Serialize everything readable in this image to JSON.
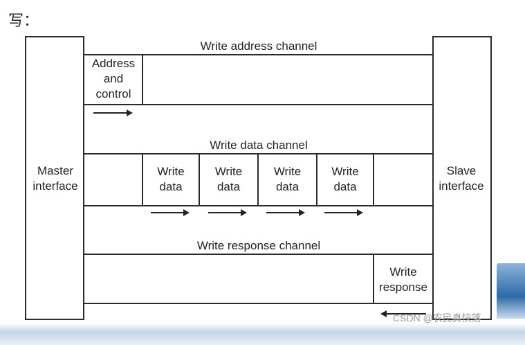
{
  "heading": "写：",
  "master": {
    "label": "Master\ninterface"
  },
  "slave": {
    "label": "Slave\ninterface"
  },
  "write_address_channel": {
    "title": "Write address channel",
    "cells": [
      "Address\nand\ncontrol"
    ]
  },
  "write_data_channel": {
    "title": "Write data channel",
    "cells": [
      "Write\ndata",
      "Write\ndata",
      "Write\ndata",
      "Write\ndata"
    ]
  },
  "write_response_channel": {
    "title": "Write response channel",
    "cells": [
      "Write\nresponse"
    ]
  },
  "watermark": "CSDN @农民真快落",
  "colors": {
    "line": "#2a2a2a",
    "text": "#222222",
    "background": "#ffffff"
  }
}
